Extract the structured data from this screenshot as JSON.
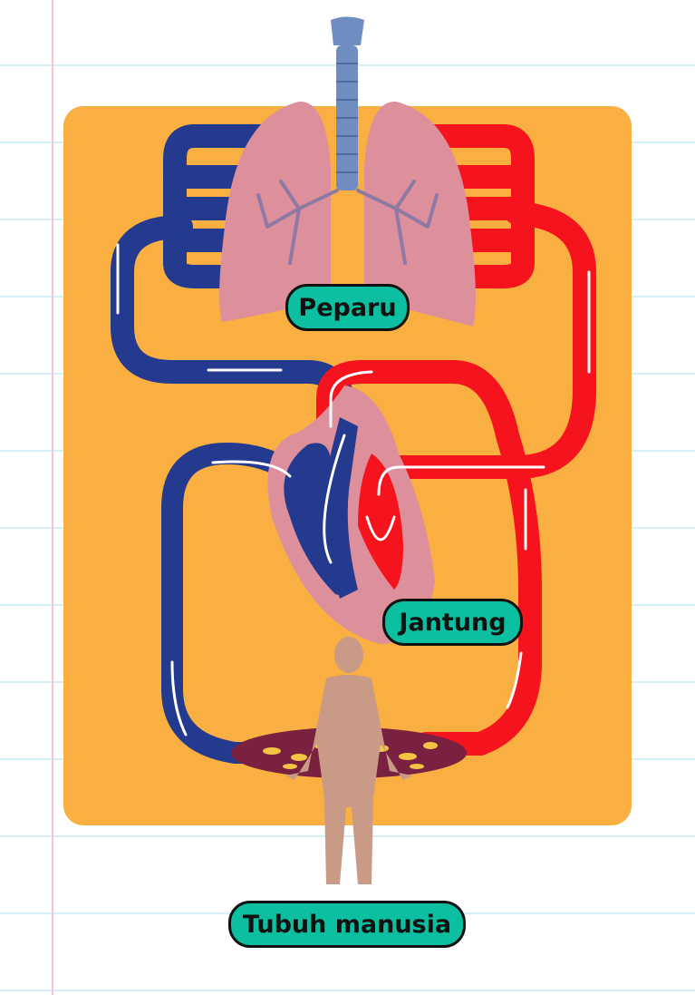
{
  "diagram": {
    "labels": {
      "lungs": "Peparu",
      "heart": "Jantung",
      "body": "Tubuh manusia"
    },
    "colors": {
      "panel": "#F9AF42",
      "deoxygenated": "#233A8E",
      "oxygenated": "#F5141E",
      "label_bg": "#0BBFA0",
      "notebook_line": "#D6EEF8",
      "margin_line": "#F7C6CC"
    }
  }
}
